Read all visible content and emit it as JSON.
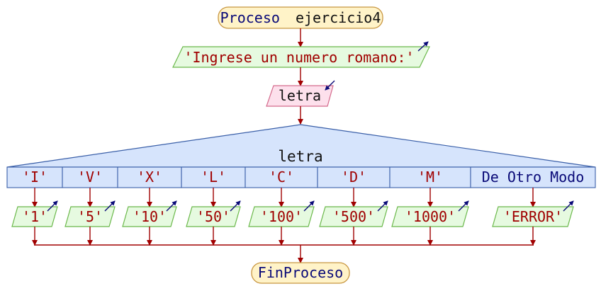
{
  "diagram": {
    "start_keyword": "Proceso",
    "process_name": "ejercicio4",
    "output_prompt": "'Ingrese un numero romano:'",
    "input_variable": "letra",
    "switch_variable": "letra",
    "cases": [
      {
        "label": "'I'",
        "output": "'1'"
      },
      {
        "label": "'V'",
        "output": "'5'"
      },
      {
        "label": "'X'",
        "output": "'10'"
      },
      {
        "label": "'L'",
        "output": "'50'"
      },
      {
        "label": "'C'",
        "output": "'100'"
      },
      {
        "label": "'D'",
        "output": "'500'"
      },
      {
        "label": "'M'",
        "output": "'1000'"
      },
      {
        "label": "De Otro Modo",
        "output": "'ERROR'"
      }
    ],
    "end_label": "FinProceso"
  },
  "colors": {
    "terminal_fill": "#fff3c8",
    "terminal_stroke": "#c89640",
    "output_fill": "#e6fae0",
    "output_stroke": "#6ab84a",
    "input_fill": "#fde0ec",
    "input_stroke": "#d46a8c",
    "switch_fill": "#d6e4fc",
    "switch_stroke": "#3a5fa8",
    "arrow": "#a00000",
    "keyword": "#0a0a78",
    "string": "#a00000",
    "text": "#111111",
    "io_marker": "#0a0a78"
  }
}
